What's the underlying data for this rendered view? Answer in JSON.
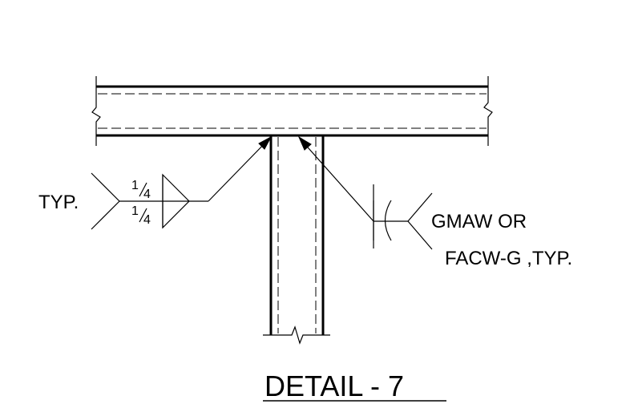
{
  "weld_callouts": {
    "left": {
      "note": "TYP.",
      "size_arrow_side": "1/4",
      "size_other_side": "1/4",
      "symbol": "fillet-weld-both-sides"
    },
    "right": {
      "process_line1": "GMAW OR",
      "process_line2": "FACW-G ,TYP.",
      "symbol": "flare-bevel-weld"
    }
  },
  "title": "DETAIL - 7",
  "colors": {
    "ink": "#000000",
    "background": "#ffffff"
  }
}
